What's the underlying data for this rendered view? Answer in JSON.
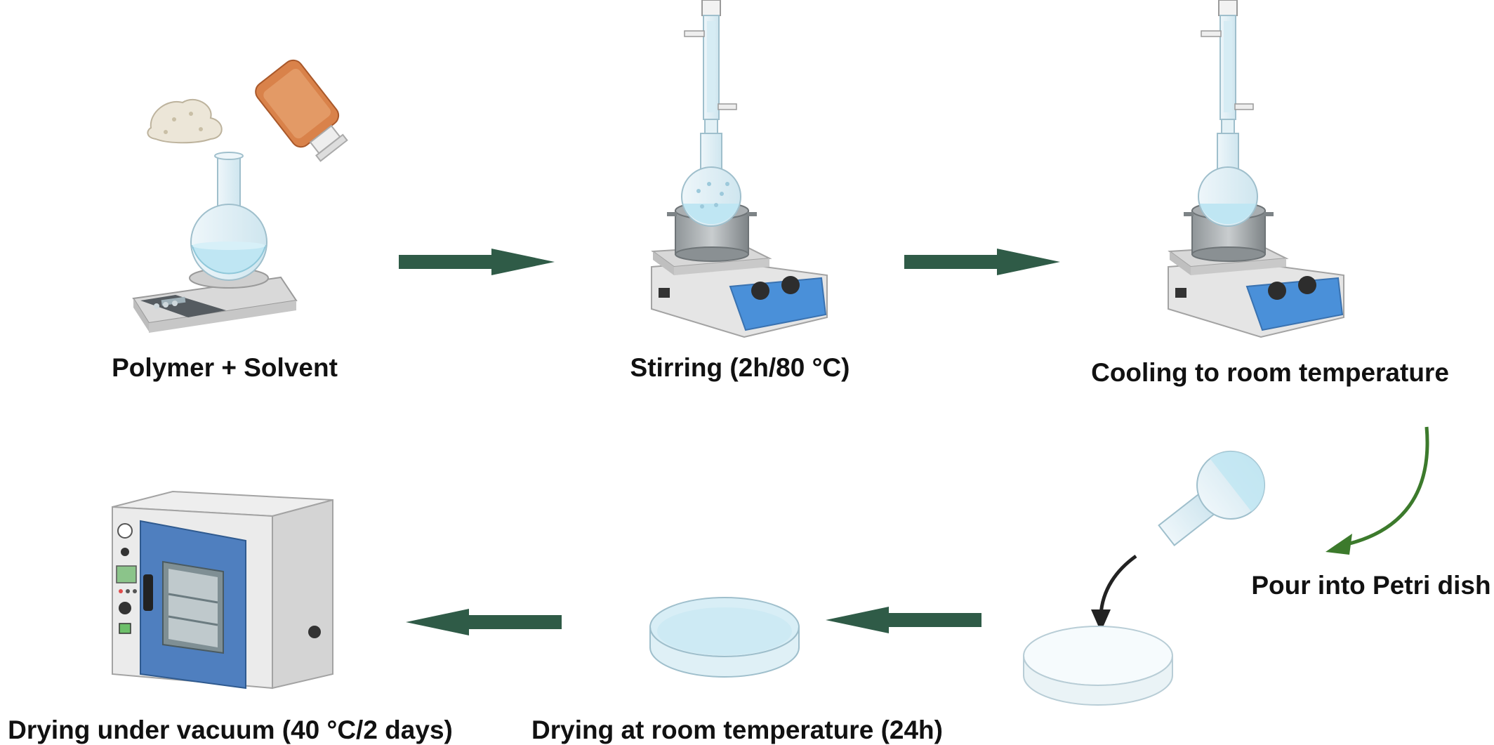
{
  "steps": [
    {
      "id": "polymer-solvent",
      "label": "Polymer + Solvent"
    },
    {
      "id": "stirring",
      "label": "Stirring (2h/80 °C)"
    },
    {
      "id": "cooling",
      "label": "Cooling to room temperature"
    },
    {
      "id": "pour",
      "label": "Pour into Petri dish"
    },
    {
      "id": "drying-room",
      "label": "Drying at room temperature (24h)"
    },
    {
      "id": "drying-vacuum",
      "label": "Drying under vacuum (40 °C/2 days)"
    }
  ],
  "colors": {
    "flow_arrow": "#2f5b47",
    "curve_arrow": "#3c7a2c",
    "liquid": "#bfe6f3",
    "instrument_body": "#e2e2e2",
    "control_panel": "#4a90d9",
    "oven_door": "#4f7fbf",
    "reagent_bottle": "#d9824a"
  }
}
